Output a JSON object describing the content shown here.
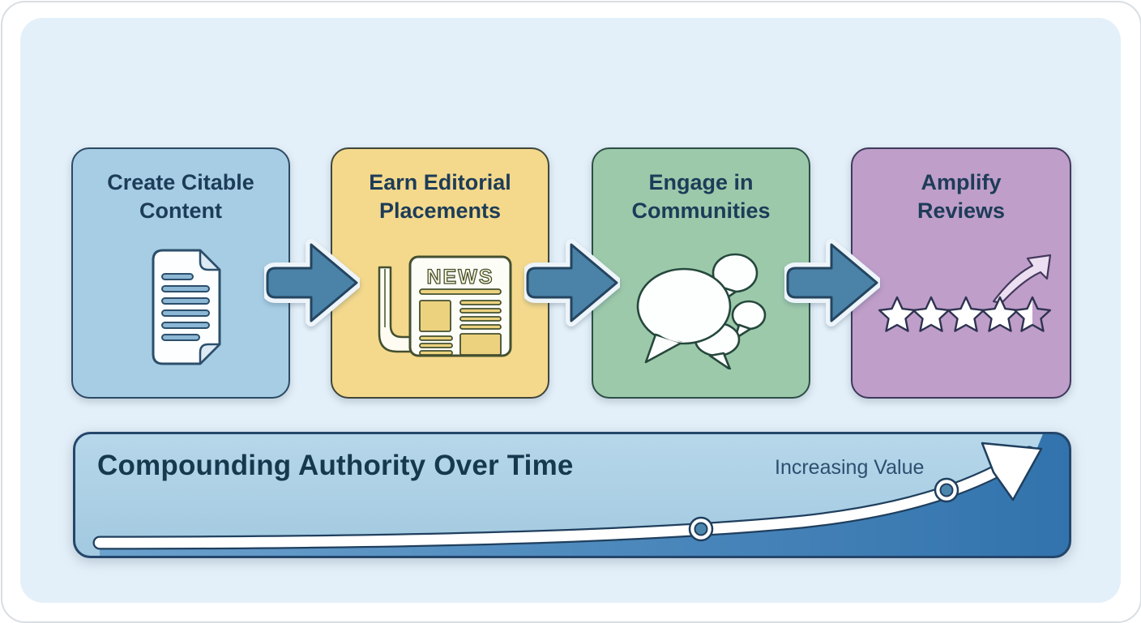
{
  "diagram": {
    "panel_bg": "#e4f0f9",
    "steps": [
      {
        "title": "Create Citable Content",
        "icon": "document-icon",
        "bg": "#a7cde4",
        "border": "#2c4a63",
        "title_color": "#1d3c58"
      },
      {
        "title": "Earn Editorial Placements",
        "icon": "newspaper-icon",
        "news_label": "NEWS",
        "bg": "#f4d98c",
        "border": "#41463c",
        "title_color": "#1d3c58"
      },
      {
        "title": "Engage in Communities",
        "icon": "chat-bubbles-icon",
        "bg": "#9dc9ab",
        "border": "#2c4f45",
        "title_color": "#1d3c58"
      },
      {
        "title": "Amplify Reviews",
        "icon": "star-rating-icon",
        "stars_total": 5,
        "stars_filled": 4.5,
        "bg": "#bf9ec9",
        "border": "#3f3a5c",
        "title_color": "#1d3c58"
      }
    ],
    "connector_color": "#4a82a8",
    "connector_outline": "#24455f",
    "banner": {
      "title": "Compounding Authority Over Time",
      "annotation": "Increasing Value",
      "title_color": "#17394f",
      "annotation_color": "#2d4f70",
      "fill_light": "#aed2e6",
      "fill_dark": "#3273ad",
      "marker_color": "#4c86ad"
    }
  }
}
